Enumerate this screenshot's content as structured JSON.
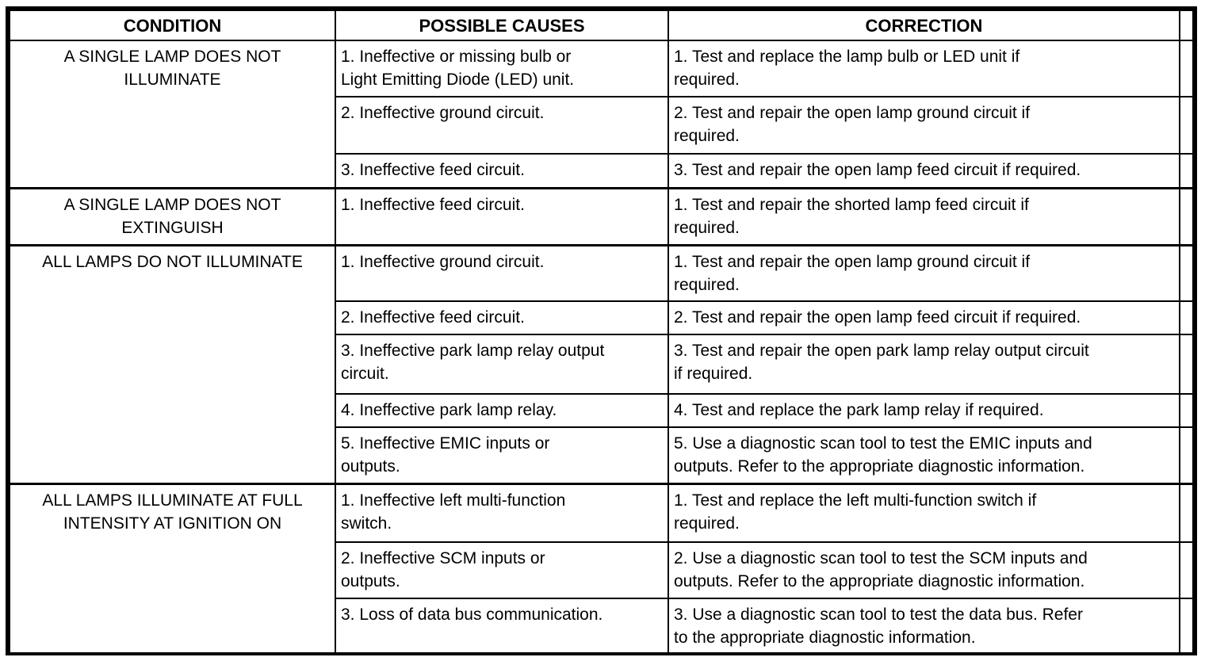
{
  "colors": {
    "background": "#ffffff",
    "text": "#000000",
    "border": "#000000"
  },
  "table": {
    "headers": {
      "condition": "CONDITION",
      "causes": "POSSIBLE CAUSES",
      "correction": "CORRECTION"
    },
    "groups": [
      {
        "condition": "A SINGLE LAMP DOES NOT\nILLUMINATE",
        "rows": [
          {
            "cause": "1. Ineffective or missing bulb or\nLight Emitting Diode (LED) unit.",
            "correction": "1. Test and replace the lamp bulb or LED unit if\nrequired."
          },
          {
            "cause": "2. Ineffective ground circuit.",
            "correction": "2. Test and repair the open lamp ground circuit if\nrequired."
          },
          {
            "cause": "3. Ineffective feed circuit.",
            "correction": "3. Test and repair the open lamp feed circuit if required."
          }
        ]
      },
      {
        "condition": "A SINGLE LAMP DOES NOT\nEXTINGUISH",
        "rows": [
          {
            "cause": "1. Ineffective feed circuit.",
            "correction": "1. Test and repair the shorted lamp feed circuit if\nrequired."
          }
        ]
      },
      {
        "condition": "ALL LAMPS DO NOT ILLUMINATE",
        "rows": [
          {
            "cause": "1. Ineffective ground circuit.",
            "correction": "1. Test and repair the open lamp ground circuit if\nrequired."
          },
          {
            "cause": "2. Ineffective feed circuit.",
            "correction": "2. Test and repair the open lamp feed circuit if required."
          },
          {
            "cause": "3. Ineffective park lamp relay output\ncircuit.",
            "correction": "3. Test and repair the open park lamp relay output circuit\nif required."
          },
          {
            "cause": "4. Ineffective park lamp relay.",
            "correction": "4. Test and replace the park lamp relay if required."
          },
          {
            "cause": "5. Ineffective EMIC inputs or\noutputs.",
            "correction": "5. Use a diagnostic scan tool to test the EMIC inputs and\noutputs. Refer to the appropriate diagnostic information."
          }
        ]
      },
      {
        "condition": "ALL LAMPS ILLUMINATE AT FULL\nINTENSITY AT IGNITION ON",
        "rows": [
          {
            "cause": "1. Ineffective left multi-function\nswitch.",
            "correction": "1. Test and replace the left multi-function switch if\nrequired."
          },
          {
            "cause": "2. Ineffective SCM inputs or\noutputs.",
            "correction": "2. Use a diagnostic scan tool to test the SCM inputs and\noutputs. Refer to the appropriate diagnostic information."
          },
          {
            "cause": "3. Loss of data bus communication.",
            "correction": "3. Use a diagnostic scan tool to test the data bus. Refer\nto the appropriate diagnostic information."
          }
        ]
      }
    ]
  }
}
